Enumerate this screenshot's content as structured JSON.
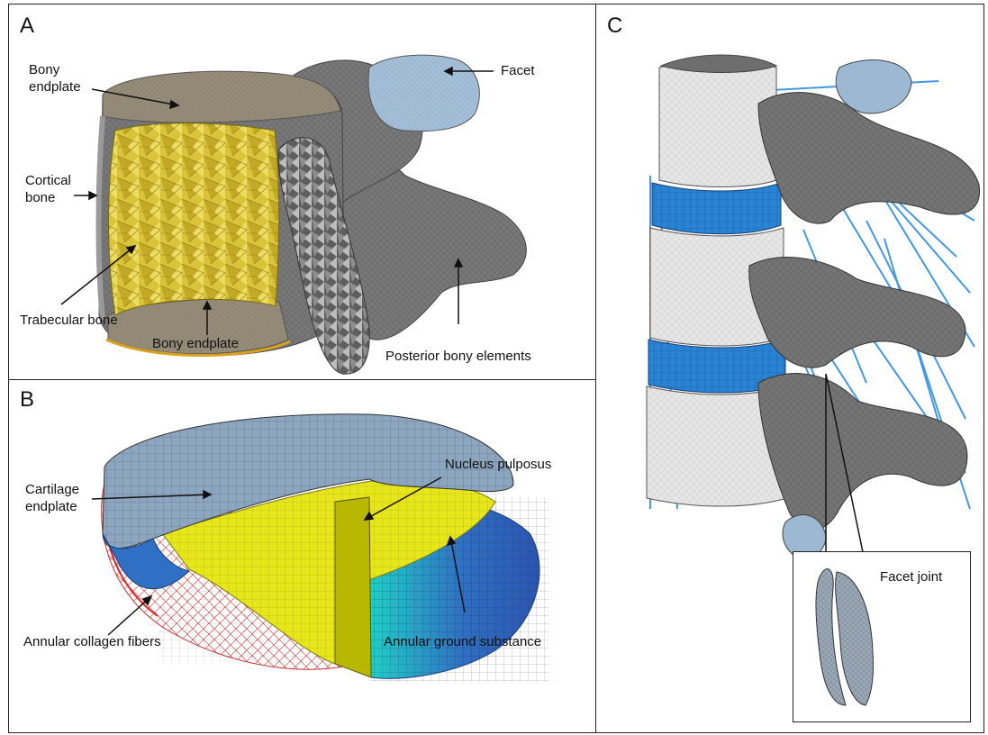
{
  "panels": {
    "a": {
      "letter": "A",
      "labels": {
        "bony_endplate_top": [
          "Bony",
          "endplate"
        ],
        "cortical_bone": [
          "Cortical",
          "bone"
        ],
        "trabecular_bone": "Trabecular bone",
        "bony_endplate_bottom": "Bony endplate",
        "facet": "Facet",
        "posterior_elements": "Posterior bony elements"
      }
    },
    "b": {
      "letter": "B",
      "labels": {
        "nucleus_pulposus": "Nucleus pulposus",
        "cartilage_endplate": [
          "Cartilage",
          "endplate"
        ],
        "annular_collagen_fibers": "Annular collagen fibers",
        "annular_ground_substance": "Annular ground substance"
      }
    },
    "c": {
      "letter": "C",
      "labels": {
        "facet_joint": "Facet joint"
      }
    }
  },
  "colors": {
    "trabecular": "#d9c43a",
    "bone_grey": "#6e6e6e",
    "endplate_tan": "#8f8673",
    "facet_blue": "#9db8d2",
    "cartilage_blue": "#8da6bf",
    "nucleus_yellow": "#e6e61a",
    "annulus_blue": "#2f6fc4",
    "annulus_cyan": "#1fd0c8",
    "fiber_red": "#d62828",
    "vertebra_light": "#e6e6e6",
    "disc_blue": "#2a84d6",
    "ligament_blue": "#2f8ce0"
  }
}
